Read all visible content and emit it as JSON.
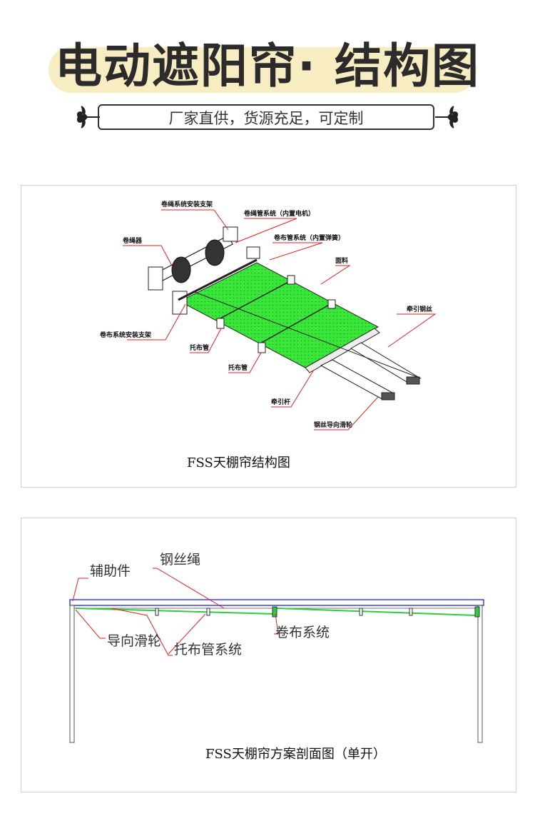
{
  "header": {
    "title": "电动遮阳帘· 结构图",
    "subtitle": "厂家直供，货源充足，可定制"
  },
  "diagram1": {
    "caption": "FSS天棚帘结构图",
    "labels": {
      "rope_bracket": "卷绳系统安装支架",
      "rope_tube": "卷绳管系统（内置电机）",
      "rope_winder": "卷绳器",
      "cloth_tube": "卷布管系统（内置弹簧）",
      "fabric": "面料",
      "steel_wire": "牵引钢丝",
      "cloth_bracket": "卷布系统安装支架",
      "support_tube_1": "托布管",
      "support_tube_2": "托布管",
      "traction_rod": "牵引杆",
      "wire_pulley": "钢丝导向滑轮"
    },
    "colors": {
      "fabric": "#39e639",
      "leader": "#e02020"
    }
  },
  "diagram2": {
    "caption": "FSS天棚帘方案剖面图（单开）",
    "labels": {
      "auxiliary": "辅助件",
      "wire_rope": "钢丝绳",
      "guide_pulley": "导向滑轮",
      "support_system": "托布管系统",
      "roll_system": "卷布系统"
    },
    "colors": {
      "beam": "#3a3aff",
      "cloth": "#2ecc40",
      "leader": "#e02020"
    }
  }
}
